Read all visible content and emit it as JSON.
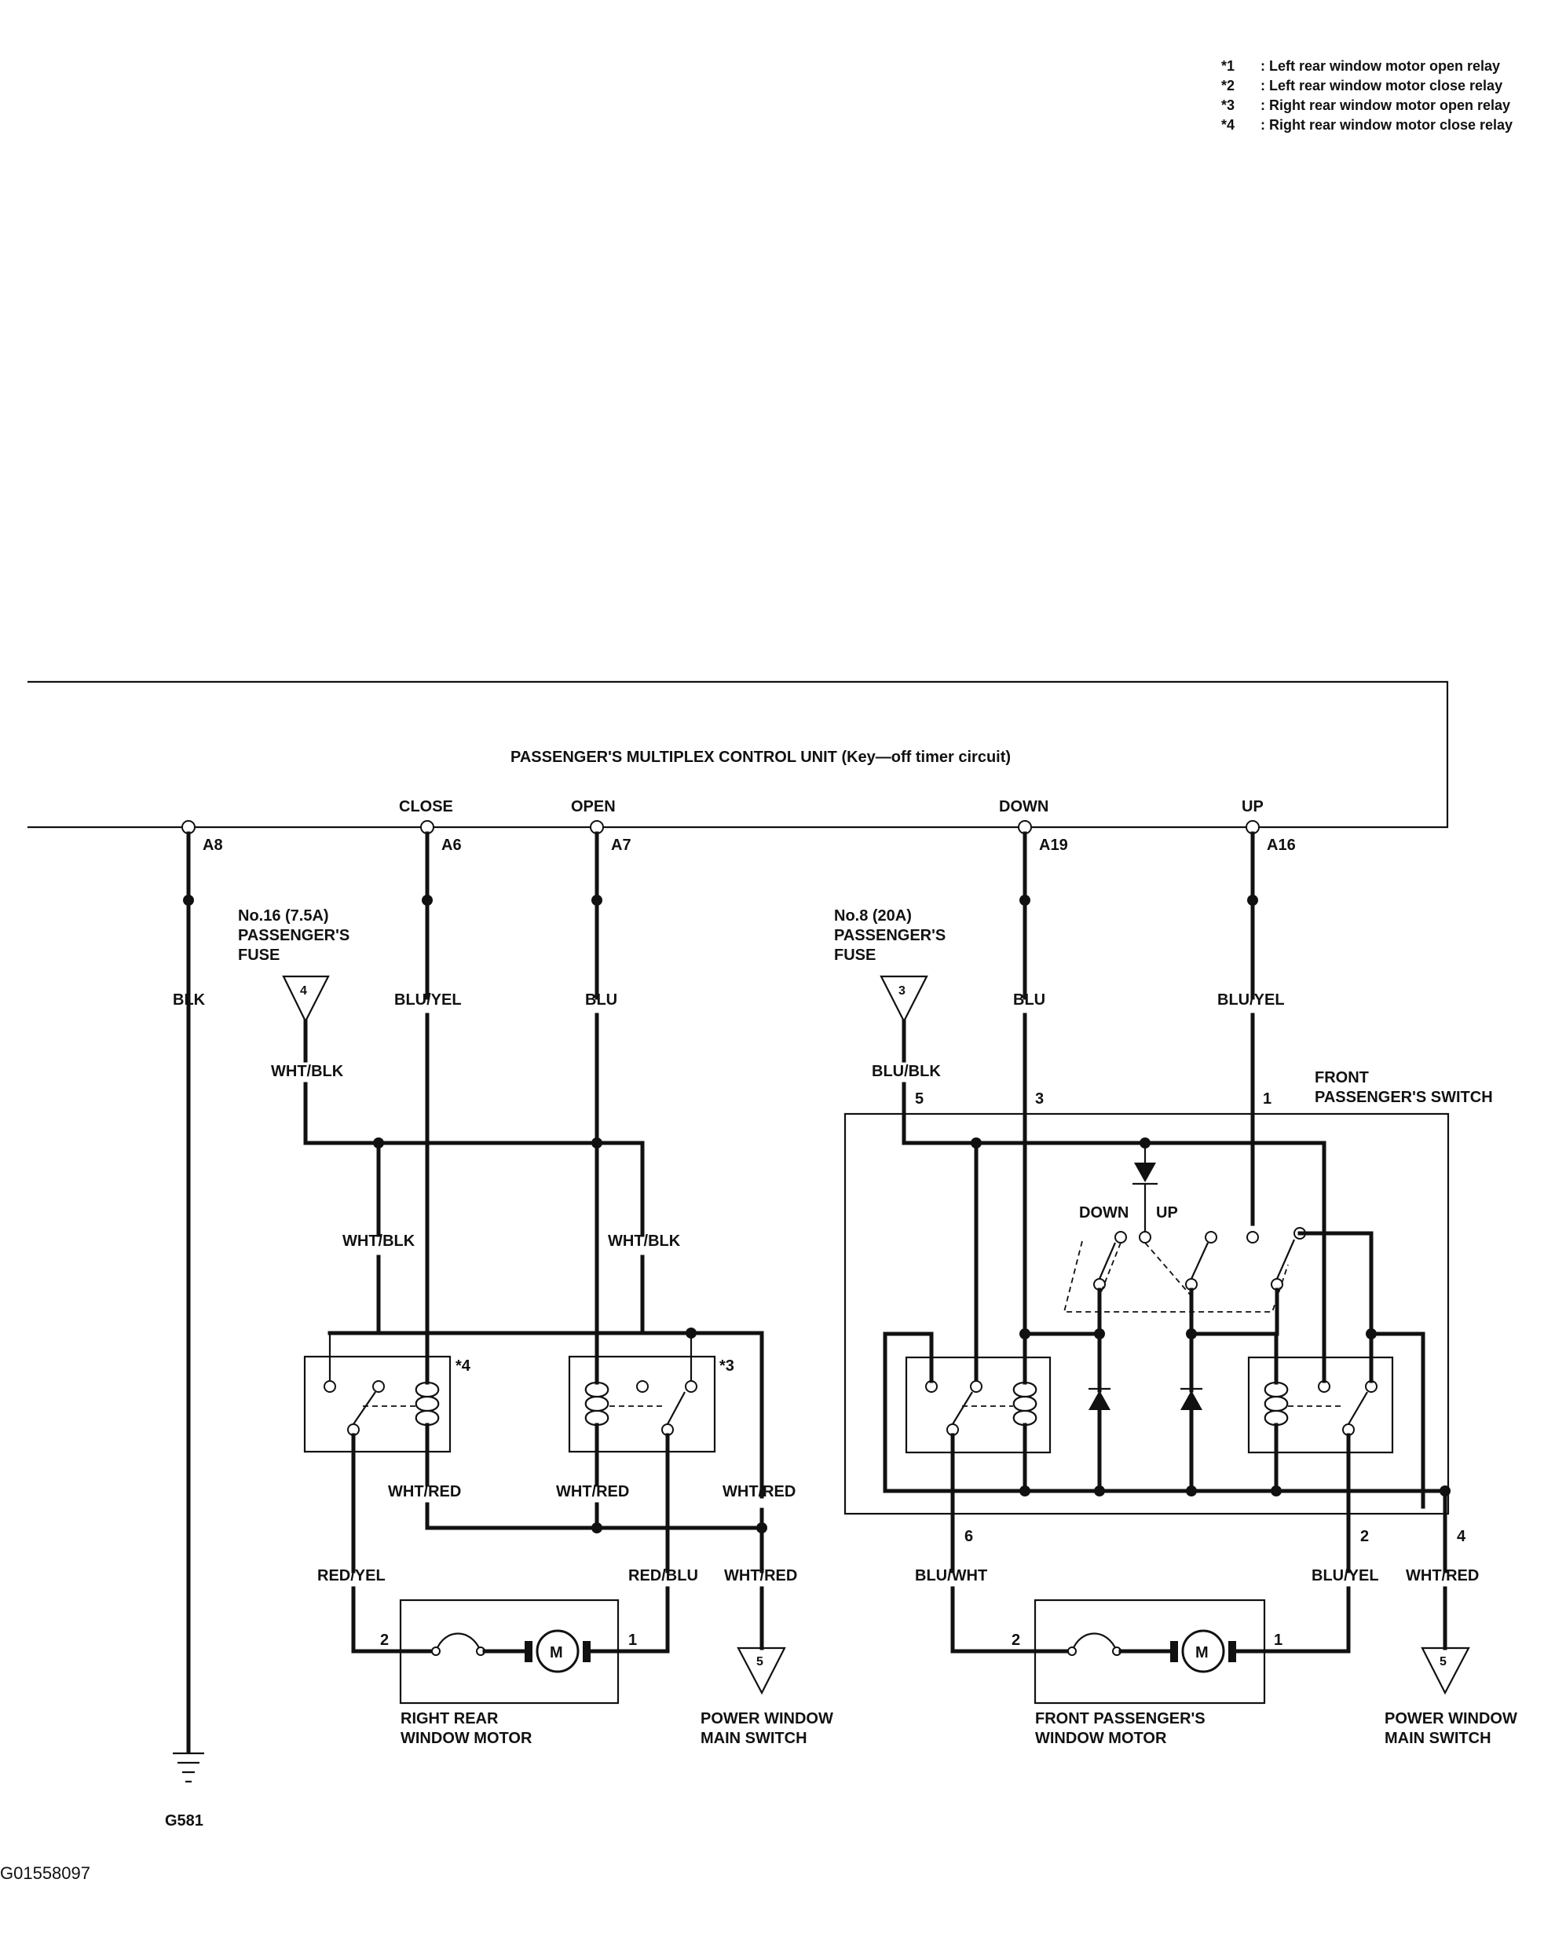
{
  "legend": {
    "items": [
      {
        "mark": "*1",
        "text": ": Left rear window motor open relay"
      },
      {
        "mark": "*2",
        "text": ": Left rear window motor close relay"
      },
      {
        "mark": "*3",
        "text": ": Right rear window motor open relay"
      },
      {
        "mark": "*4",
        "text": ": Right rear window motor close relay"
      }
    ]
  },
  "control_unit": {
    "title": "PASSENGER'S MULTIPLEX CONTROL UNIT (Key—off timer circuit)",
    "terminals": {
      "a8": "A8",
      "a6": "A6",
      "a7": "A7",
      "a19": "A19",
      "a16": "A16"
    },
    "signals": {
      "close": "CLOSE",
      "open": "OPEN",
      "down": "DOWN",
      "up": "UP"
    }
  },
  "fuses": {
    "fuse16": {
      "line1": "No.16 (7.5A)",
      "line2": "PASSENGER'S",
      "line3": "FUSE",
      "ref": "4"
    },
    "fuse8": {
      "line1": "No.8 (20A)",
      "line2": "PASSENGER'S",
      "line3": "FUSE",
      "ref": "3"
    }
  },
  "wires": {
    "blk": "BLK",
    "blu_yel_a6": "BLU/YEL",
    "blu_a7": "BLU",
    "blu_a19": "BLU",
    "blu_yel_a16": "BLU/YEL",
    "wht_blk_fuse": "WHT/BLK",
    "wht_blk_left": "WHT/BLK",
    "wht_blk_right": "WHT/BLK",
    "blu_blk": "BLU/BLK",
    "wht_red_1": "WHT/RED",
    "wht_red_2": "WHT/RED",
    "wht_red_3": "WHT/RED",
    "wht_red_4": "WHT/RED",
    "wht_red_5": "WHT/RED",
    "red_yel": "RED/YEL",
    "red_blu": "RED/BLU",
    "blu_wht": "BLU/WHT",
    "blu_yel_pin2": "BLU/YEL"
  },
  "relays": {
    "r4": "*4",
    "r3": "*3"
  },
  "front_switch": {
    "line1": "FRONT",
    "line2": "PASSENGER'S SWITCH",
    "down": "DOWN",
    "up": "UP",
    "pins": {
      "p5": "5",
      "p3": "3",
      "p1": "1",
      "p6": "6",
      "p2": "2",
      "p4": "4"
    }
  },
  "motors": {
    "rear": {
      "line1": "RIGHT REAR",
      "line2": "WINDOW MOTOR",
      "pin2": "2",
      "pin1": "1",
      "symbol": "M"
    },
    "front": {
      "line1": "FRONT PASSENGER'S",
      "line2": "WINDOW MOTOR",
      "pin2": "2",
      "pin1": "1",
      "symbol": "M"
    }
  },
  "main_switch": {
    "left": {
      "ref": "5",
      "line1": "POWER WINDOW",
      "line2": "MAIN SWITCH"
    },
    "right": {
      "ref": "5",
      "line1": "POWER WINDOW",
      "line2": "MAIN SWITCH"
    }
  },
  "ground": {
    "label": "G581"
  },
  "image_code": "G01558097"
}
